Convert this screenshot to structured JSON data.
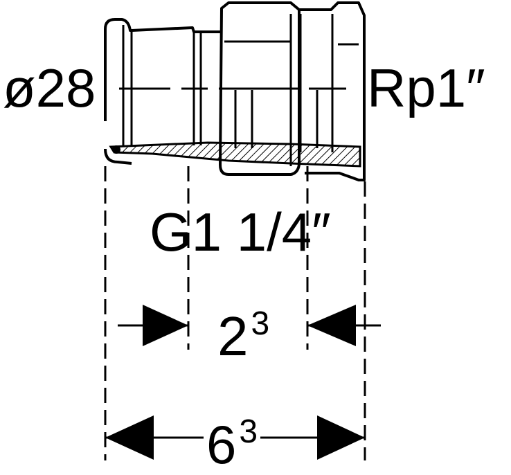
{
  "labels": {
    "left_diameter": "ø28",
    "right_thread": "Rp1″",
    "middle_thread": "G1 1/4″"
  },
  "dimensions": {
    "inner": {
      "base": "2",
      "exponent": "3"
    },
    "outer": {
      "base": "6",
      "exponent": "3"
    }
  },
  "colors": {
    "ink": "#000000",
    "paper": "#ffffff"
  }
}
